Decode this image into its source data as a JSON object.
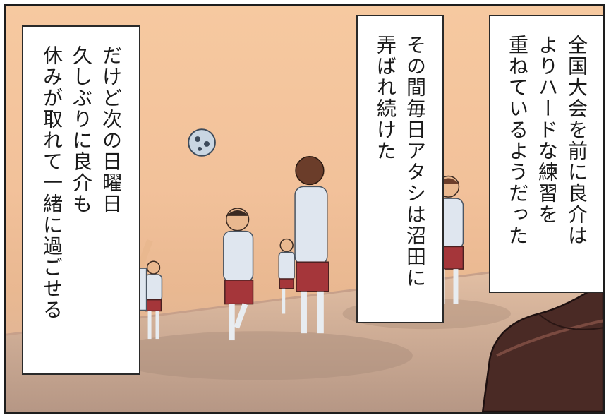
{
  "captions": {
    "left": {
      "lines": [
        "だけど次の日曜日",
        "久しぶりに良介も",
        "休みが取れて一緒に過ごせる"
      ]
    },
    "middle": {
      "lines": [
        "その間毎日アタシは沼田に",
        "弄ばれ続けた"
      ]
    },
    "right": {
      "lines": [
        "全国大会を前に良介は",
        "よりハードな練習を",
        "重ねているようだった"
      ]
    }
  },
  "colors": {
    "wall": "#f6c9a0",
    "floor": "#d9b7a0",
    "uniform_shirt": "#dfe6ef",
    "uniform_shorts": "#a5363a",
    "shoe": "#4a2a25"
  },
  "icons": [
    "soccer-ball-icon",
    "loafer-shoe-icon"
  ]
}
